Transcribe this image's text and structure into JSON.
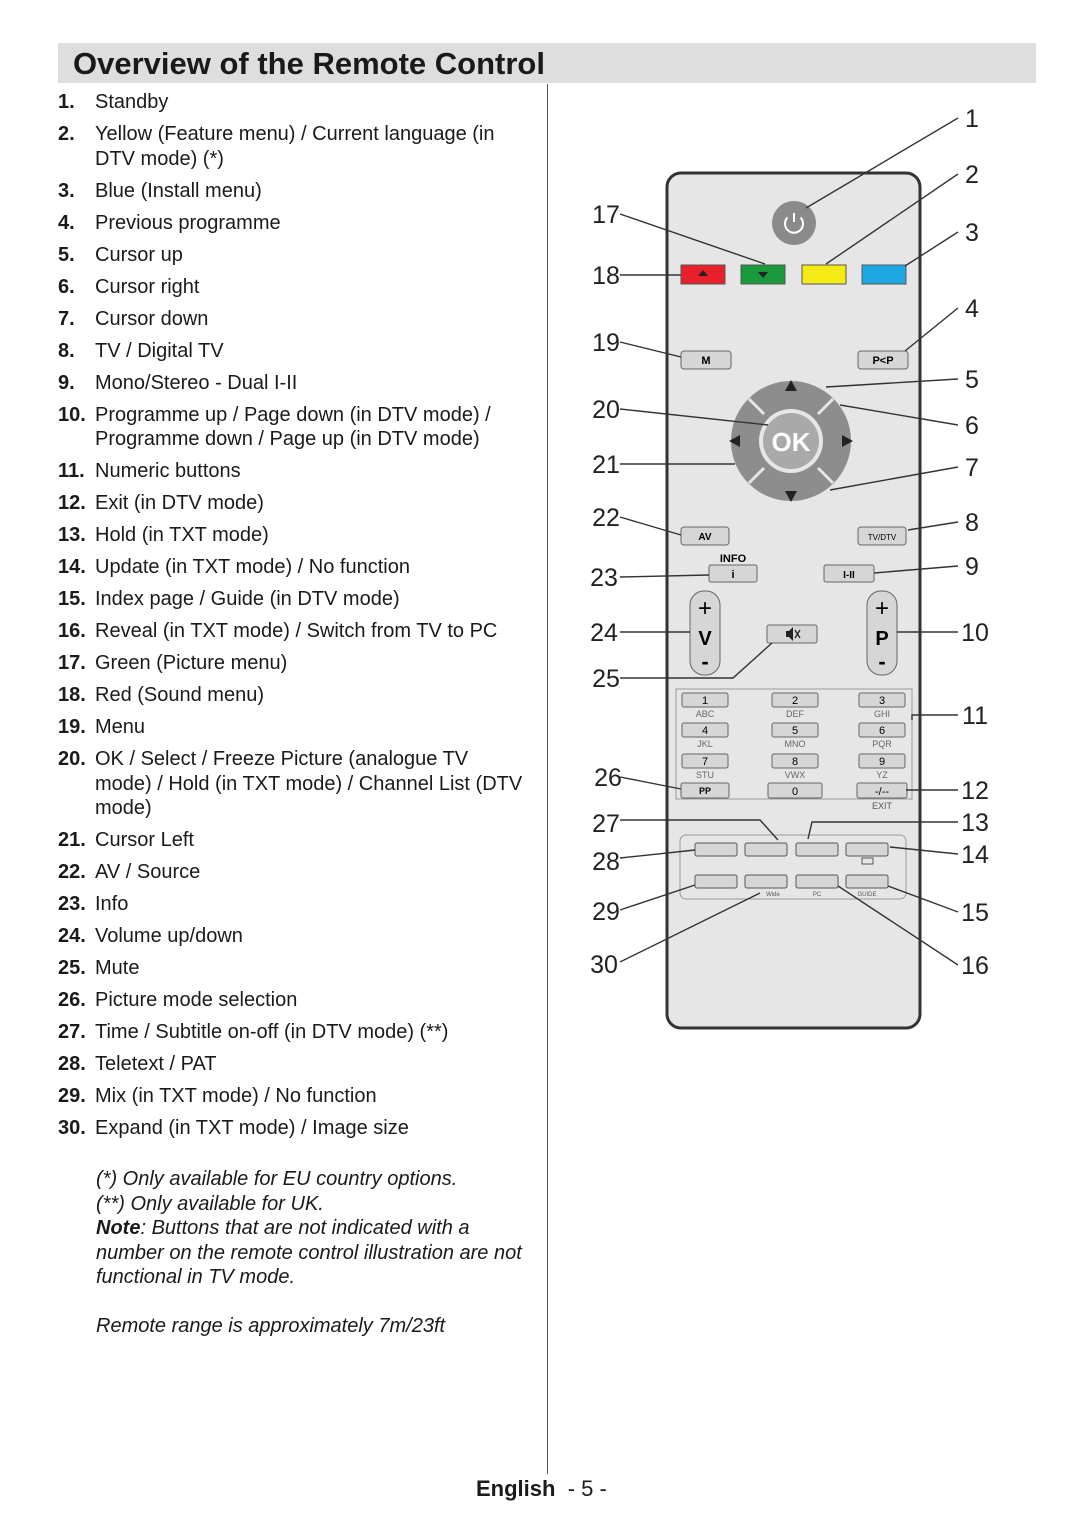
{
  "page": {
    "title": "Overview of the Remote Control",
    "language": "English",
    "page_number": "- 5 -"
  },
  "items": [
    {
      "num": "1.",
      "text": "Standby"
    },
    {
      "num": "2.",
      "text": "Yellow (Feature menu) / Current language (in DTV mode) (*)"
    },
    {
      "num": "3.",
      "text": "Blue (Install menu)"
    },
    {
      "num": "4.",
      "text": "Previous programme"
    },
    {
      "num": "5.",
      "text": "Cursor up"
    },
    {
      "num": "6.",
      "text": "Cursor right"
    },
    {
      "num": "7.",
      "text": "Cursor down"
    },
    {
      "num": "8.",
      "text": "TV / Digital TV"
    },
    {
      "num": "9.",
      "text": "Mono/Stereo - Dual I-II"
    },
    {
      "num": "10.",
      "text": "Programme up / Page down (in DTV mode) / Programme down / Page up (in DTV mode)"
    },
    {
      "num": "11.",
      "text": "Numeric buttons"
    },
    {
      "num": "12.",
      "text": "Exit (in DTV mode)"
    },
    {
      "num": "13.",
      "text": "Hold (in TXT mode)"
    },
    {
      "num": "14.",
      "text": "Update (in TXT mode) / No function"
    },
    {
      "num": "15.",
      "text": "Index page / Guide (in DTV mode)"
    },
    {
      "num": "16.",
      "text": "Reveal (in TXT mode) / Switch from TV to PC"
    },
    {
      "num": "17.",
      "text": "Green (Picture menu)"
    },
    {
      "num": "18.",
      "text": "Red (Sound menu)"
    },
    {
      "num": "19.",
      "text": "Menu"
    },
    {
      "num": "20.",
      "text": "OK / Select / Freeze Picture (analogue TV mode) / Hold (in TXT mode) / Channel List (DTV mode)"
    },
    {
      "num": "21.",
      "text": "Cursor Left"
    },
    {
      "num": "22.",
      "text": "AV / Source"
    },
    {
      "num": "23.",
      "text": "Info"
    },
    {
      "num": "24.",
      "text": "Volume up/down"
    },
    {
      "num": "25.",
      "text": "Mute"
    },
    {
      "num": "26.",
      "text": "Picture mode selection"
    },
    {
      "num": "27.",
      "text": "Time / Subtitle on-off (in DTV mode) (**)"
    },
    {
      "num": "28.",
      "text": "Teletext / PAT"
    },
    {
      "num": "29.",
      "text": "Mix (in TXT mode) / No function"
    },
    {
      "num": "30.",
      "text": "Expand (in TXT mode) / Image size"
    }
  ],
  "notes": {
    "note1": "(*) Only available for EU country options.",
    "note2": "(**) Only available for UK.",
    "note_label": "Note",
    "note_text": ": Buttons that are not indicated with a number on the remote control illustration are not functional in TV mode.",
    "range": "Remote range is approximately 7m/23ft"
  },
  "remote": {
    "colors": {
      "red": "#e8202a",
      "green": "#1a9a3c",
      "yellow": "#f5ea14",
      "blue": "#1da7e3",
      "body": "#e6e6e6",
      "button": "#d6d6d6",
      "ring": "#8d8d8d",
      "ok": "#a9a9a9"
    },
    "icons": [
      "power-icon",
      "arrow-up-icon",
      "arrow-down-icon",
      "arrow-left-icon",
      "arrow-right-icon",
      "mute-icon"
    ],
    "labels": {
      "menu": "M",
      "swap": "P<P",
      "ok": "OK",
      "av": "AV",
      "tvdtv": "TV/DTV",
      "info_caption": "INFO",
      "info": "i",
      "mono": "I-II",
      "vol_plus": "+",
      "vol": "V",
      "vol_minus": "-",
      "prog_plus": "+",
      "prog": "P",
      "prog_minus": "-",
      "pp": "PP",
      "zero": "0",
      "dash": "-/--",
      "exit": "EXIT",
      "wide": "Wide",
      "pc": "PC",
      "guide": "GUIDE"
    },
    "keypad": [
      {
        "num": "1",
        "letters": "ABC"
      },
      {
        "num": "2",
        "letters": "DEF"
      },
      {
        "num": "3",
        "letters": "GHI"
      },
      {
        "num": "4",
        "letters": "JKL"
      },
      {
        "num": "5",
        "letters": "MNO"
      },
      {
        "num": "6",
        "letters": "PQR"
      },
      {
        "num": "7",
        "letters": "STU"
      },
      {
        "num": "8",
        "letters": "VWX"
      },
      {
        "num": "9",
        "letters": "YZ"
      }
    ],
    "callouts": [
      "1",
      "2",
      "3",
      "4",
      "5",
      "6",
      "7",
      "8",
      "9",
      "10",
      "11",
      "12",
      "13",
      "14",
      "15",
      "16",
      "17",
      "18",
      "19",
      "20",
      "21",
      "22",
      "23",
      "24",
      "25",
      "26",
      "27",
      "28",
      "29",
      "30"
    ]
  }
}
